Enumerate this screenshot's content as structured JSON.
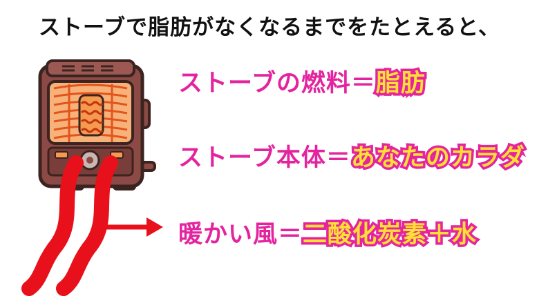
{
  "title": "ストーブで脂肪がなくなるまでをたとえると、",
  "rows": [
    {
      "label": "ストーブの燃料",
      "eq": "＝",
      "value": "脂肪"
    },
    {
      "label": "ストーブ本体",
      "eq": "＝",
      "value": "あなたのカラダ"
    },
    {
      "label": "暖かい風",
      "eq": "＝",
      "value": "二酸化炭素＋水"
    }
  ],
  "icons": {
    "heater": "kerosene-stove-illustration",
    "heat_waves": "heat-wave-icon",
    "arrow": "right-arrow-icon"
  },
  "colors": {
    "pink": "#e4249f",
    "yellow": "#ffe033",
    "red": "#e8101a",
    "stove_body": "#8b4a45",
    "stove_outline": "#3b2320",
    "glow": "#f7b27a"
  }
}
